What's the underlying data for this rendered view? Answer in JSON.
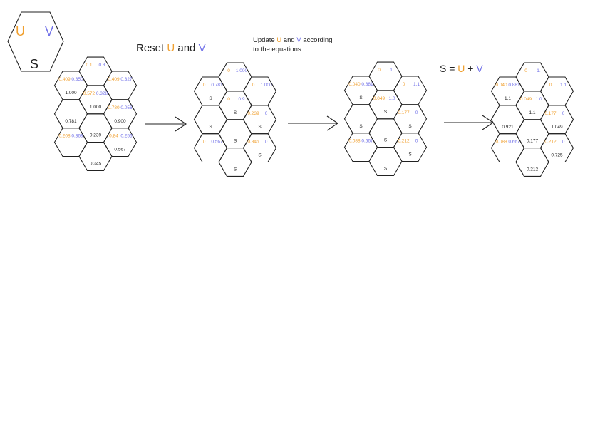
{
  "legend": {
    "u": "U",
    "v": "V",
    "s": "S"
  },
  "captions": {
    "reset": {
      "prefix": "Reset ",
      "u": "U",
      "mid": " and ",
      "v": "V"
    },
    "update": {
      "line1_prefix": "Update ",
      "u": "U",
      "mid": " and ",
      "v": "V",
      "line1_suffix": " according",
      "line2": "to the equations"
    },
    "sum": {
      "prefix": "S = ",
      "u": "U",
      "mid": " + ",
      "v": "V"
    }
  },
  "colors": {
    "u": "#f0a030",
    "v": "#7070e8",
    "s": "#222222"
  },
  "grids": [
    {
      "name": "grid-initial",
      "cells": [
        {
          "u": "0.1",
          "v": "0.3",
          "s": ""
        },
        {
          "u": "0.409",
          "v": "0.350",
          "s": "1.000"
        },
        {
          "u": "0.409",
          "v": "0.327",
          "s": ""
        },
        {
          "u": "",
          "v": "",
          "s": "0.781"
        },
        {
          "u": "0.572",
          "v": "0.328",
          "s": "1.000"
        },
        {
          "u": "0.780",
          "v": "0.056",
          "s": "0.900"
        },
        {
          "u": "0.208",
          "v": "0.369",
          "s": ""
        },
        {
          "u": "",
          "v": "",
          "s": "0.239"
        },
        {
          "u": "0.84",
          "v": "0.256",
          "s": "0.567"
        },
        {
          "u": "",
          "v": "",
          "s": "0.345"
        }
      ]
    },
    {
      "name": "grid-reset",
      "cells": [
        {
          "u": "0",
          "v": "1.000",
          "s": ""
        },
        {
          "u": "0",
          "v": "0.781",
          "s": "S"
        },
        {
          "u": "0",
          "v": "1.000",
          "s": ""
        },
        {
          "u": "",
          "v": "",
          "s": "S"
        },
        {
          "u": "0",
          "v": "0.9",
          "s": "S"
        },
        {
          "u": "0.239",
          "v": "0",
          "s": "S"
        },
        {
          "u": "0",
          "v": "0.567",
          "s": ""
        },
        {
          "u": "",
          "v": "",
          "s": "S"
        },
        {
          "u": "0.345",
          "v": "0",
          "s": "S"
        },
        {
          "u": "",
          "v": "",
          "s": "S"
        }
      ]
    },
    {
      "name": "grid-updated",
      "cells": [
        {
          "u": "0",
          "v": "1.",
          "s": ""
        },
        {
          "u": "0.040",
          "v": "0.881",
          "s": "S"
        },
        {
          "u": "0",
          "v": "1.1",
          "s": ""
        },
        {
          "u": "",
          "v": "",
          "s": "S"
        },
        {
          "u": "0.049",
          "v": "1.0",
          "s": "S"
        },
        {
          "u": "0.177",
          "v": "0",
          "s": "S"
        },
        {
          "u": "0.088",
          "v": "0.667",
          "s": ""
        },
        {
          "u": "",
          "v": "",
          "s": "S"
        },
        {
          "u": "0.212",
          "v": "0",
          "s": "S"
        },
        {
          "u": "",
          "v": "",
          "s": "S"
        }
      ]
    },
    {
      "name": "grid-sum",
      "cells": [
        {
          "u": "0",
          "v": "1.",
          "s": ""
        },
        {
          "u": "0.040",
          "v": "0.881",
          "s": "1.1"
        },
        {
          "u": "0",
          "v": "1.1",
          "s": ""
        },
        {
          "u": "",
          "v": "",
          "s": "0.921"
        },
        {
          "u": "0.049",
          "v": "1.0",
          "s": "1.1"
        },
        {
          "u": "0.177",
          "v": "0",
          "s": "1.049"
        },
        {
          "u": "0.088",
          "v": "0.667",
          "s": ""
        },
        {
          "u": "",
          "v": "",
          "s": "0.177"
        },
        {
          "u": "0.212",
          "v": "0",
          "s": "0.725"
        },
        {
          "u": "",
          "v": "",
          "s": "0.212"
        }
      ]
    }
  ]
}
